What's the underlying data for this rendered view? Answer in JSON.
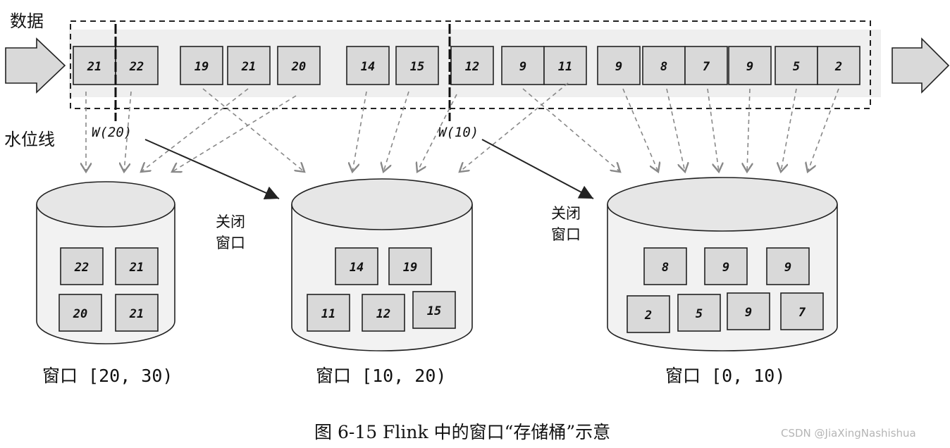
{
  "labels": {
    "data": "数据",
    "watermark_line": "水位线",
    "close_window_1": "关闭",
    "close_window_2": "窗口",
    "close_window_3": "关闭",
    "close_window_4": "窗口",
    "w20": "W(20)",
    "w10": "W(10)"
  },
  "stream": {
    "items": [
      "21",
      "22",
      "19",
      "21",
      "20",
      "14",
      "15",
      "12",
      "9",
      "11",
      "9",
      "8",
      "7",
      "9",
      "5",
      "2"
    ]
  },
  "buckets": [
    {
      "label": "窗口 [20, 30)",
      "items": [
        "22",
        "21",
        "20",
        "21"
      ]
    },
    {
      "label": "窗口 [10, 20)",
      "items": [
        "14",
        "19",
        "11",
        "12",
        "15"
      ]
    },
    {
      "label": "窗口 [0, 10)",
      "items": [
        "8",
        "9",
        "9",
        "2",
        "5",
        "9",
        "7"
      ]
    }
  ],
  "caption": "图 6-15 Flink 中的窗口“存储桶”示意",
  "credit": "CSDN @JiaXingNashishua"
}
